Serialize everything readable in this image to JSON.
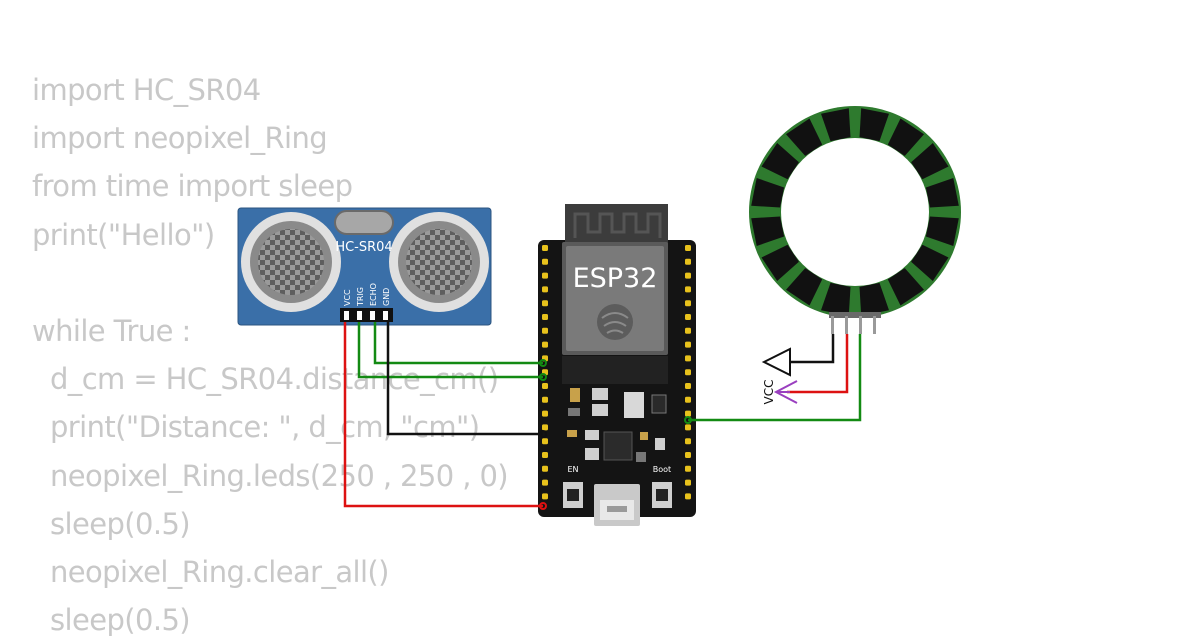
{
  "code_lines": [
    {
      "text": "import HC_SR04",
      "indent": false
    },
    {
      "text": "import neopixel_Ring",
      "indent": false
    },
    {
      "text": "from time import sleep",
      "indent": false
    },
    {
      "text": "print(\"Hello\")",
      "indent": false
    },
    {
      "text": "",
      "indent": false
    },
    {
      "text": "while True :",
      "indent": false
    },
    {
      "text": "d_cm = HC_SR04.distance_cm()",
      "indent": true
    },
    {
      "text": "print(\"Distance: \", d_cm, \"cm\")",
      "indent": true
    },
    {
      "text": "neopixel_Ring.leds(250 , 250 , 0)",
      "indent": true
    },
    {
      "text": "sleep(0.5)",
      "indent": true
    },
    {
      "text": "neopixel_Ring.clear_all()",
      "indent": true
    },
    {
      "text": "sleep(0.5)",
      "indent": true
    }
  ],
  "sensor": {
    "title": "HC-SR04",
    "pins": [
      "VCC",
      "TRIG",
      "ECHO",
      "GND"
    ]
  },
  "board": {
    "label": "ESP32",
    "en_label": "EN",
    "boot_label": "Boot"
  },
  "power_symbol": {
    "label": "VCC"
  },
  "ring": {
    "segments": 16
  },
  "colors": {
    "wire_green": "#138a13",
    "wire_red": "#dd1111",
    "wire_black": "#111111",
    "wire_purple": "#9a3fbf",
    "sensor_blue": "#3a6fa8",
    "board_black": "#141414",
    "ring_green": "#2e7a2e",
    "code_gray": "#c8c8c8"
  }
}
